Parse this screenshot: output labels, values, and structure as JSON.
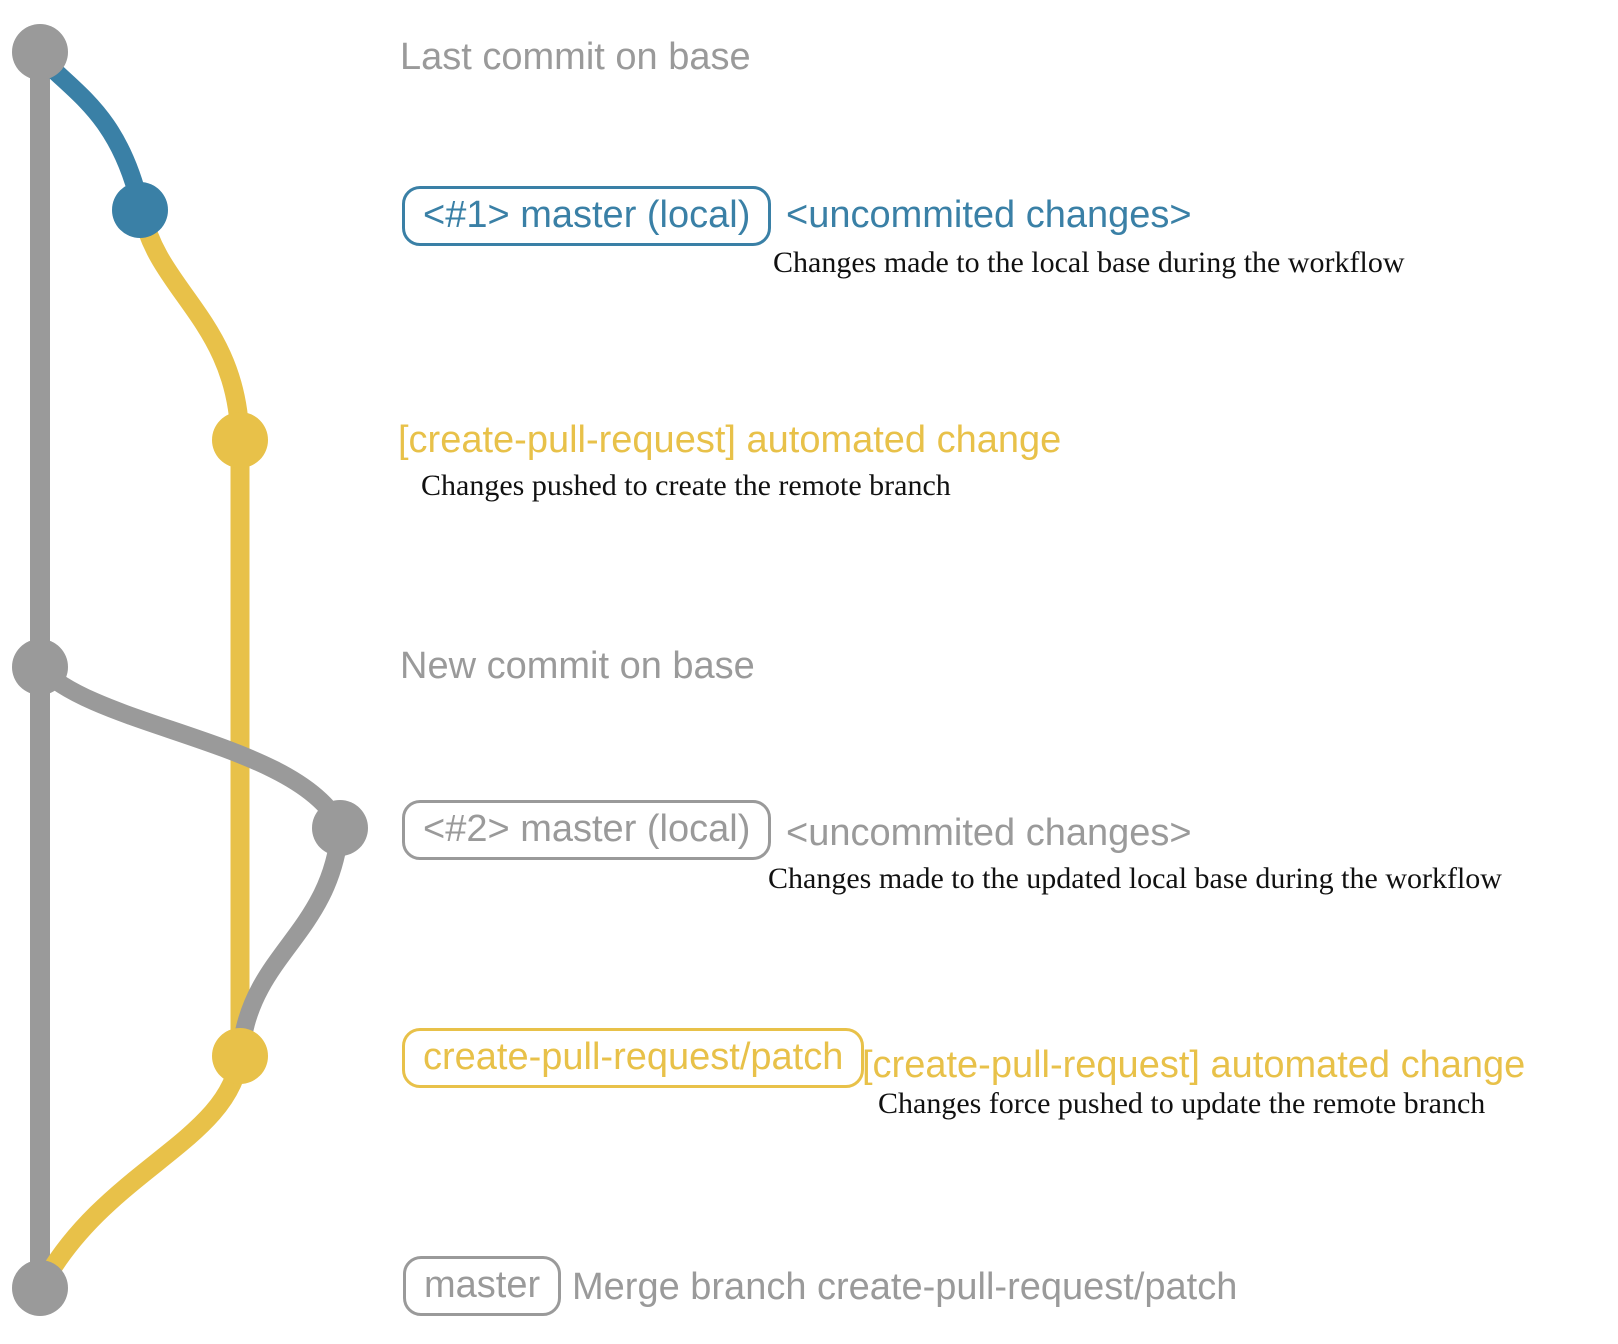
{
  "colors": {
    "gray": "#9a9a9a",
    "blue": "#3a80a6",
    "yellow": "#e8c149",
    "ink": "#111111",
    "background": "#ffffff"
  },
  "annotations": {
    "last_commit": {
      "label": "Last commit on base"
    },
    "step1": {
      "branch_label": "<#1> master (local)",
      "status": "<uncommited changes>",
      "description": "Changes made to the local base during the workflow"
    },
    "push1": {
      "commit_message": "[create-pull-request] automated change",
      "description": "Changes pushed to create the remote branch"
    },
    "new_commit": {
      "label": "New commit on base"
    },
    "step2": {
      "branch_label": "<#2> master (local)",
      "status": "<uncommited changes>",
      "description": "Changes made to the updated local base during the workflow"
    },
    "push2": {
      "branch_label": "create-pull-request/patch",
      "commit_message": "[create-pull-request] automated change",
      "description": "Changes force pushed to update the remote branch"
    },
    "merge": {
      "branch_label": "master",
      "commit_message": "Merge branch create-pull-request/patch"
    }
  },
  "graph": {
    "commits": [
      {
        "id": "last-commit-on-base",
        "branch": "base",
        "color": "gray"
      },
      {
        "id": "uncommited-changes-1",
        "branch": "master-local-1",
        "color": "blue"
      },
      {
        "id": "automated-change-push",
        "branch": "create-pull-request/patch",
        "color": "yellow"
      },
      {
        "id": "new-commit-on-base",
        "branch": "base",
        "color": "gray"
      },
      {
        "id": "uncommited-changes-2",
        "branch": "master-local-2",
        "color": "gray"
      },
      {
        "id": "automated-change-force-push",
        "branch": "create-pull-request/patch",
        "color": "yellow"
      },
      {
        "id": "merge-commit",
        "branch": "base",
        "color": "gray"
      }
    ]
  }
}
